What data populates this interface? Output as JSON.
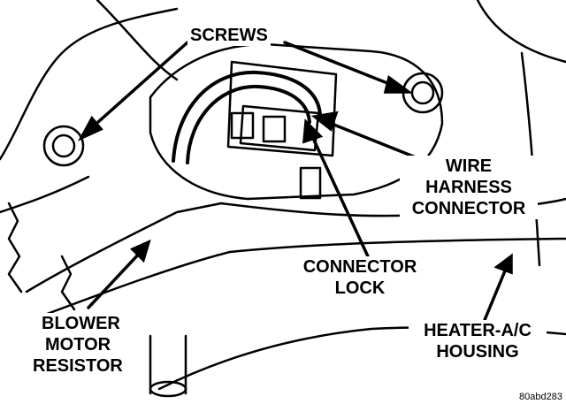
{
  "labels": {
    "screws": "SCREWS",
    "wire_harness_connector": [
      "WIRE",
      "HARNESS",
      "CONNECTOR"
    ],
    "connector_lock": [
      "CONNECTOR",
      "LOCK"
    ],
    "blower_motor_resistor": [
      "BLOWER",
      "MOTOR",
      "RESISTOR"
    ],
    "heater_ac_housing": [
      "HEATER-A/C",
      "HOUSING"
    ]
  },
  "figure_id": "80abd283"
}
